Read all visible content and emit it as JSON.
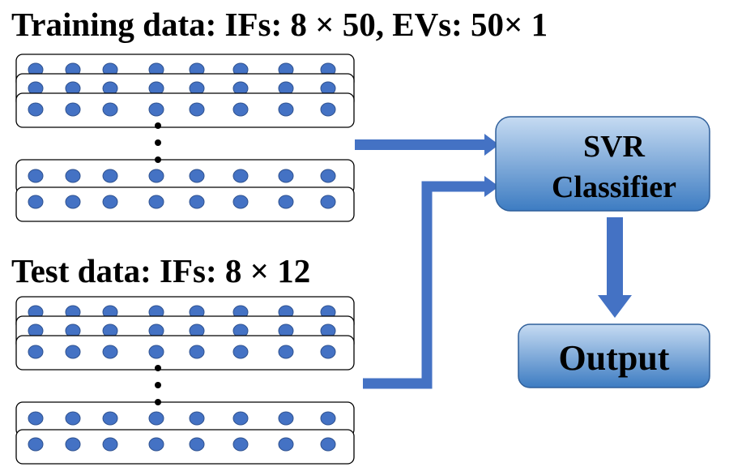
{
  "training": {
    "title": "Training data: IFs: 8 × 50, EVs: 50× 1"
  },
  "test": {
    "title": "Test data: IFs: 8 × 12"
  },
  "classifier": {
    "line1": "SVR",
    "line2": "Classifier"
  },
  "output": {
    "label": "Output"
  },
  "colors": {
    "dot_fill": "#4472c4",
    "dot_stroke": "#2f528f",
    "arrow": "#4472c4",
    "box_top": "#c4d9f1",
    "box_bottom": "#3f7fc4",
    "box_border": "#2f5f9a"
  }
}
